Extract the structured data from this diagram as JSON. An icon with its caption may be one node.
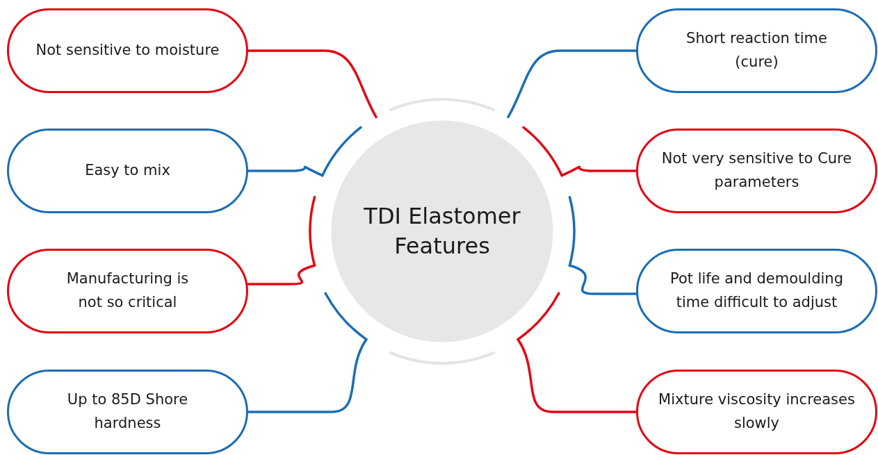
{
  "diagram": {
    "nodes": [
      {
        "text": [
          "TDI Elastomer Features"
        ]
      },
      {
        "text": [
          "Not sensitive to moisture"
        ]
      },
      {
        "text": [
          "Easy to mix"
        ]
      },
      {
        "text": [
          "Manufacturing is not so critical"
        ]
      },
      {
        "text": [
          "Up to 85D Shore hardness"
        ]
      },
      {
        "text": [
          "Short reaction time (cure)"
        ]
      },
      {
        "text": [
          "Not very sensitive to Cure parameters"
        ]
      },
      {
        "text": [
          "Pot life and demoulding time difficult to adjust"
        ]
      },
      {
        "text": [
          "Mixture viscosity increases slowly"
        ]
      }
    ],
    "edges": [
      {
        "from": 1,
        "to": 0,
        "arrow": "none",
        "color": "#e30613"
      },
      {
        "from": 2,
        "to": 0,
        "arrow": "none",
        "color": "#1b6db5"
      },
      {
        "from": 3,
        "to": 0,
        "arrow": "none",
        "color": "#e30613"
      },
      {
        "from": 4,
        "to": 0,
        "arrow": "none",
        "color": "#1b6db5"
      },
      {
        "from": 5,
        "to": 0,
        "arrow": "none",
        "color": "#1b6db5"
      },
      {
        "from": 6,
        "to": 0,
        "arrow": "none",
        "color": "#e30613"
      },
      {
        "from": 7,
        "to": 0,
        "arrow": "none",
        "color": "#1b6db5"
      },
      {
        "from": 8,
        "to": 0,
        "arrow": "none",
        "color": "#e30613"
      }
    ]
  }
}
